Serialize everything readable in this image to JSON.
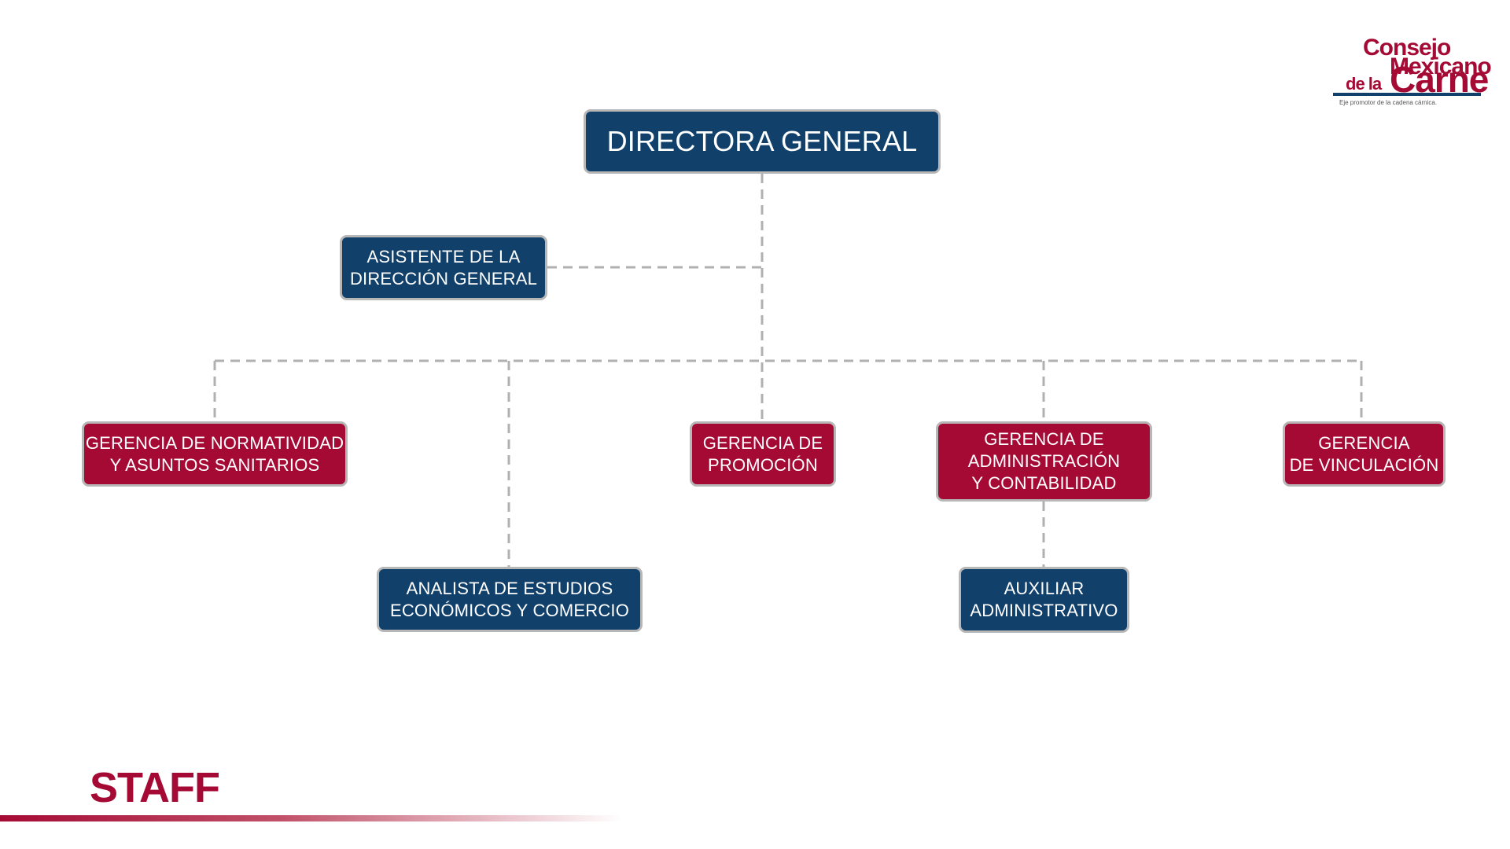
{
  "org_chart": {
    "director": "DIRECTORA GENERAL",
    "assistant": "ASISTENTE DE LA\nDIRECCIÓN GENERAL",
    "normatividad": "GERENCIA DE NORMATIVIDAD\nY ASUNTOS SANITARIOS",
    "promocion": "GERENCIA DE\nPROMOCIÓN",
    "administracion": "GERENCIA DE\nADMINISTRACIÓN\nY CONTABILIDAD",
    "vinculacion": "GERENCIA\nDE VINCULACIÓN",
    "analista": "ANALISTA DE ESTUDIOS\nECONÓMICOS Y COMERCIO",
    "auxiliar": "AUXILIAR\nADMINISTRATIVO"
  },
  "logo": {
    "word1": "Consejo",
    "word2": "Mexicano",
    "word3": "de la",
    "word4": "Carne",
    "tagline": "Eje promotor de la cadena cárnica."
  },
  "footer": {
    "title": "STAFF"
  },
  "colors": {
    "navy": "#11406b",
    "red": "#a50a35",
    "connector": "#b0b0b0"
  }
}
